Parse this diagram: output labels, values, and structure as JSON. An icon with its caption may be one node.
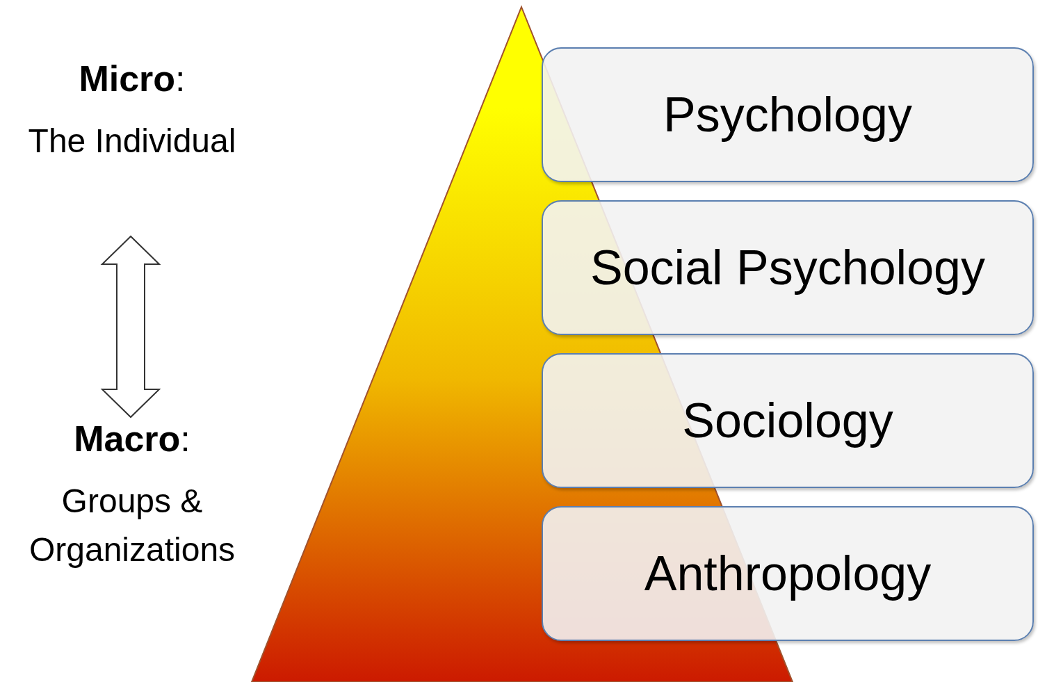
{
  "diagram": {
    "nodes": [
      {
        "text": [
          "**Micro**:",
          "The Individual"
        ]
      },
      {
        "text": [
          "**Macro**:",
          "Groups & Organizations"
        ]
      },
      {
        "text": [
          "Psychology"
        ]
      },
      {
        "text": [
          "Social Psychology"
        ]
      },
      {
        "text": [
          "Sociology"
        ]
      },
      {
        "text": [
          "Anthropology"
        ]
      }
    ],
    "edges": [
      {
        "from": 0,
        "to": 1,
        "arrow": "both"
      }
    ]
  }
}
